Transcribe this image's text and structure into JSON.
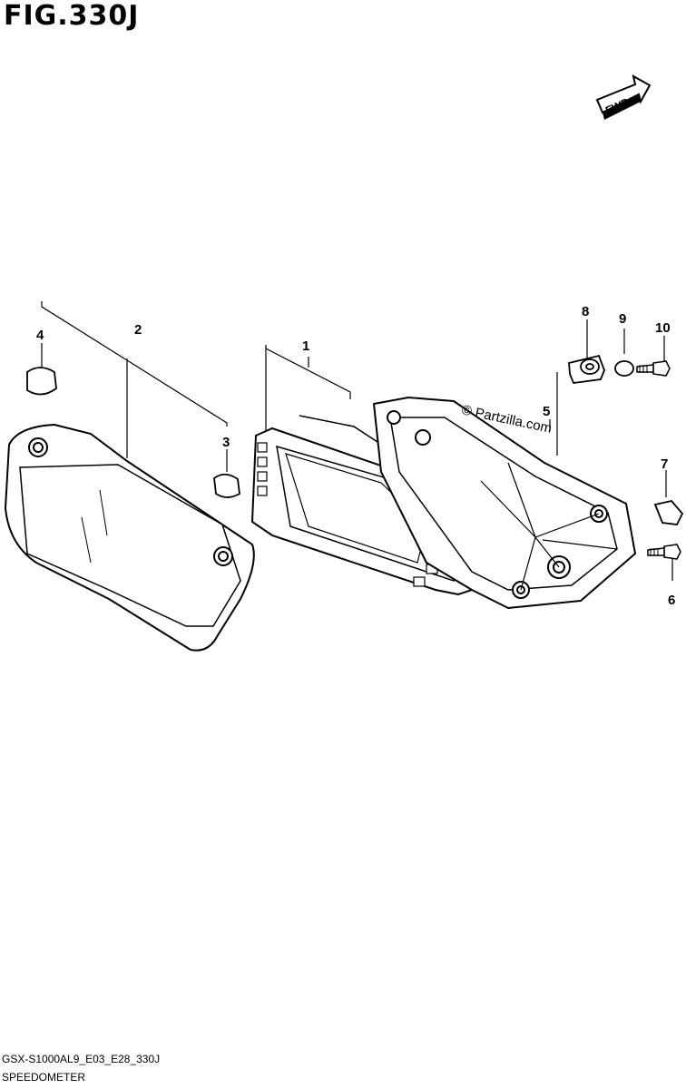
{
  "figure": {
    "title": "FIG.330J",
    "fwd_label": "FWD",
    "watermark": "© Partzilla.com",
    "code": "GSX-S1000AL9_E03_E28_330J",
    "name": "SPEEDOMETER"
  },
  "callouts": {
    "c1": "1",
    "c2": "2",
    "c3": "3",
    "c4": "4",
    "c5": "5",
    "c6": "6",
    "c7": "7",
    "c8": "8",
    "c9": "9",
    "c10": "10"
  }
}
